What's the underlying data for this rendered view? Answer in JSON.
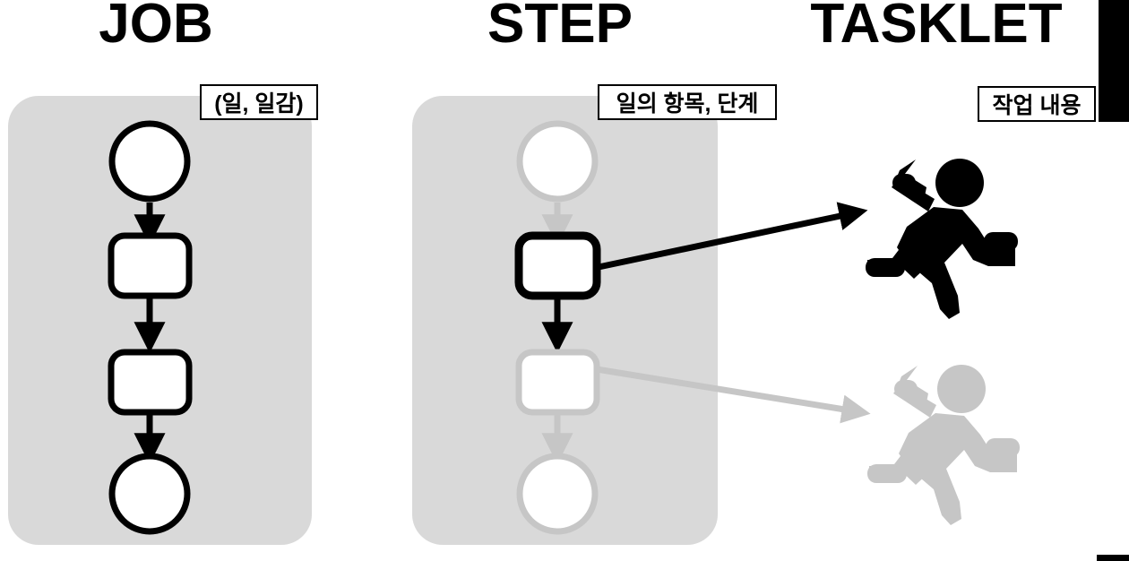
{
  "columns": [
    {
      "id": "job",
      "title": "JOB",
      "note": "(일, 일감)",
      "panel_color": "#d9d9d9",
      "shapes": [
        {
          "type": "circle",
          "state": "active",
          "color": "#000000"
        },
        {
          "type": "rounded-box",
          "state": "active",
          "color": "#000000"
        },
        {
          "type": "rounded-box",
          "state": "active",
          "color": "#000000"
        },
        {
          "type": "circle",
          "state": "active",
          "color": "#000000"
        }
      ],
      "arrows": [
        {
          "state": "active",
          "color": "#000000"
        },
        {
          "state": "active",
          "color": "#000000"
        },
        {
          "state": "active",
          "color": "#000000"
        }
      ]
    },
    {
      "id": "step",
      "title": "STEP",
      "note": "일의 항목, 단계",
      "panel_color": "#d9d9d9",
      "shapes": [
        {
          "type": "circle",
          "state": "dimmed",
          "color": "#c6c6c6"
        },
        {
          "type": "rounded-box",
          "state": "active",
          "color": "#000000"
        },
        {
          "type": "rounded-box",
          "state": "dimmed",
          "color": "#c6c6c6"
        },
        {
          "type": "circle",
          "state": "dimmed",
          "color": "#c6c6c6"
        }
      ],
      "arrows": [
        {
          "state": "dimmed",
          "color": "#c6c6c6"
        },
        {
          "state": "active",
          "color": "#000000"
        },
        {
          "state": "dimmed",
          "color": "#c6c6c6"
        }
      ]
    },
    {
      "id": "tasklet",
      "title": "TASKLET",
      "note": "작업 내용",
      "figures": [
        {
          "name": "runner-icon",
          "state": "active",
          "color": "#000000"
        },
        {
          "name": "runner-icon",
          "state": "dimmed",
          "color": "#c6c6c6"
        }
      ]
    }
  ],
  "connectors": [
    {
      "from": "step-box-1",
      "to": "runner-active",
      "color": "#000000",
      "state": "active"
    },
    {
      "from": "step-box-2",
      "to": "runner-dimmed",
      "color": "#c6c6c6",
      "state": "dimmed"
    }
  ],
  "decorations": {
    "right_bar_color": "#000000",
    "bottom_bar_color": "#000000"
  }
}
